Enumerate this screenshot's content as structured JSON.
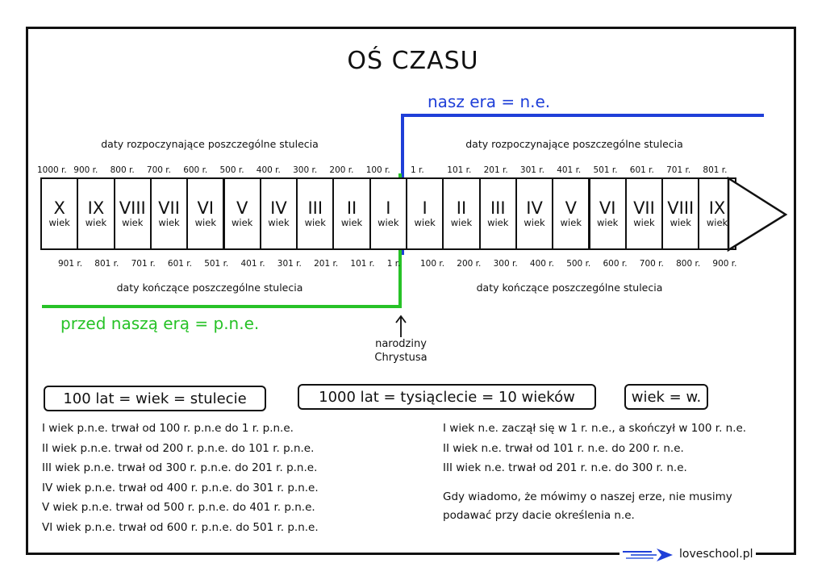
{
  "title": "OŚ CZASU",
  "era_ne_label": "nasz era = n.e.",
  "era_pne_label": "przed naszą erą = p.n.e.",
  "caption_start_left": "daty rozpoczynające poszczególne stulecia",
  "caption_start_right": "daty rozpoczynające poszczególne stulecia",
  "caption_end_left": "daty kończące poszczególne stulecia",
  "caption_end_right": "daty kończące poszczególne stulecia",
  "birth_label_line1": "narodziny",
  "birth_label_line2": "Chrystusa",
  "bc_cells": [
    {
      "numeral": "X",
      "word": "wiek",
      "start": "1000 r.",
      "end": "901 r."
    },
    {
      "numeral": "IX",
      "word": "wiek",
      "start": "900 r.",
      "end": "801 r."
    },
    {
      "numeral": "VIII",
      "word": "wiek",
      "start": "800 r.",
      "end": "701 r."
    },
    {
      "numeral": "VII",
      "word": "wiek",
      "start": "700 r.",
      "end": "601 r."
    },
    {
      "numeral": "VI",
      "word": "wiek",
      "start": "600 r.",
      "end": "501 r."
    },
    {
      "numeral": "V",
      "word": "wiek",
      "start": "500 r.",
      "end": "401 r."
    },
    {
      "numeral": "IV",
      "word": "wiek",
      "start": "400 r.",
      "end": "301 r."
    },
    {
      "numeral": "III",
      "word": "wiek",
      "start": "300 r.",
      "end": "201 r."
    },
    {
      "numeral": "II",
      "word": "wiek",
      "start": "200 r.",
      "end": "101 r."
    },
    {
      "numeral": "I",
      "word": "wiek",
      "start": "100 r.",
      "end": "1 r."
    }
  ],
  "ad_cells": [
    {
      "numeral": "I",
      "word": "wiek",
      "start": "1 r.",
      "end": "100 r."
    },
    {
      "numeral": "II",
      "word": "wiek",
      "start": "101 r.",
      "end": "200 r."
    },
    {
      "numeral": "III",
      "word": "wiek",
      "start": "201 r.",
      "end": "300 r."
    },
    {
      "numeral": "IV",
      "word": "wiek",
      "start": "301 r.",
      "end": "400 r."
    },
    {
      "numeral": "V",
      "word": "wiek",
      "start": "401 r.",
      "end": "500 r."
    },
    {
      "numeral": "VI",
      "word": "wiek",
      "start": "501 r.",
      "end": "600 r."
    },
    {
      "numeral": "VII",
      "word": "wiek",
      "start": "601 r.",
      "end": "700 r."
    },
    {
      "numeral": "VIII",
      "word": "wiek",
      "start": "701 r.",
      "end": "800 r."
    },
    {
      "numeral": "IX",
      "word": "wiek",
      "start": "801 r.",
      "end": "900 r."
    }
  ],
  "boxes": {
    "century": "100 lat = wiek = stulecie",
    "millennium": "1000 lat = tysiąclecie = 10 wieków",
    "abbrev": "wiek = w."
  },
  "notes_left": [
    "I wiek p.n.e. trwał od 100 r. p.n.e do 1 r. p.n.e.",
    "II wiek p.n.e. trwał od 200 r. p.n.e. do 101 r. p.n.e.",
    "III wiek p.n.e. trwał od 300 r. p.n.e. do 201 r. p.n.e.",
    "IV wiek p.n.e. trwał od 400 r. p.n.e. do 301 r. p.n.e.",
    "V wiek p.n.e. trwał od 500 r. p.n.e. do 401 r. p.n.e.",
    "VI wiek p.n.e. trwał od 600 r. p.n.e. do 501 r. p.n.e."
  ],
  "notes_right": [
    "I wiek n.e. zaczął się w 1 r. n.e., a skończył w 100 r. n.e.",
    "II wiek n.e. trwał od 101 r. n.e. do 200 r.  n.e.",
    "III wiek n.e. trwał od 201 r. n.e. do 300 r. n.e."
  ],
  "note_extra_line1": "Gdy wiadomo, że mówimy o naszej erze, nie musimy",
  "note_extra_line2": "podawać przy dacie określenia n.e.",
  "footer": "loveschool.pl",
  "colors": {
    "ne": "#1f3fd8",
    "pne": "#27c227",
    "ink": "#111111"
  }
}
